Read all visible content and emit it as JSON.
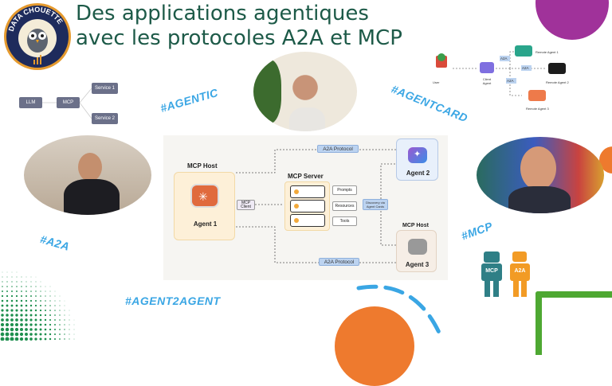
{
  "title": {
    "line1": "Des applications agentiques",
    "line2": "avec les protocoles A2A et MCP"
  },
  "logo": {
    "text": "DATA CHOUETTE"
  },
  "hashtags": {
    "agentic": "#AGENTIC",
    "agentcard": "#AGENTCARD",
    "a2a": "#A2A",
    "mcp": "#MCP",
    "agent2agent": "#AGENT2AGENT"
  },
  "small_diagram": {
    "llm": "LLM",
    "mcp": "MCP",
    "service1": "Service 1",
    "service2": "Service 2"
  },
  "remote_diagram": {
    "user": "User",
    "client": "Client Agent",
    "a2a": "A2A",
    "remote1": "Remote Agent 1",
    "remote2": "Remote Agent 2",
    "remote3": "Remote Agent 3"
  },
  "main_diagram": {
    "mcp_host": "MCP Host",
    "agent1": "Agent 1",
    "mcp_client": "MCP Client",
    "mcp_server": "MCP Server",
    "prompts": "Prompts",
    "resources": "Resources",
    "tools": "Tools",
    "discovery": "Discovery via Agent Cards",
    "a2a_top": "A2A Protocol",
    "a2a_bottom": "A2A Protocol",
    "agent2": "Agent 2",
    "mcp_host2": "MCP Host",
    "agent3": "Agent 3"
  },
  "robots": {
    "left": "MCP",
    "right": "A2A"
  },
  "colors": {
    "title": "#1d5a48",
    "hashtag": "#3aa6e4",
    "purple": "#a0329a",
    "orange": "#ee7a2e",
    "green": "#4ea832"
  }
}
